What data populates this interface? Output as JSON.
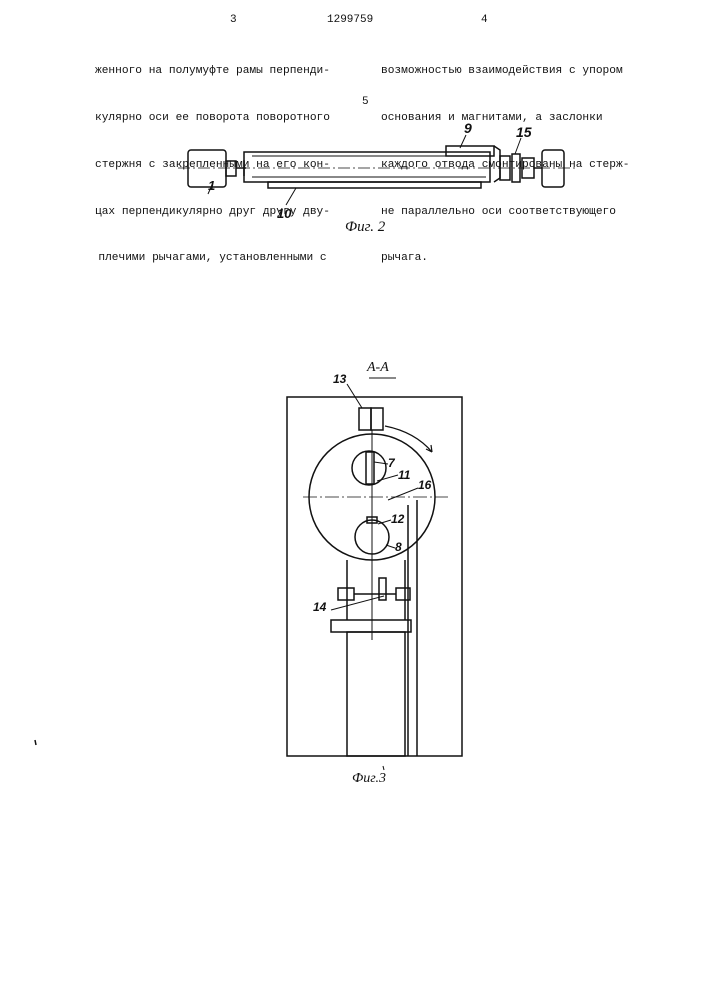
{
  "header": {
    "page_left": "3",
    "patent_number": "1299759",
    "page_right": "4"
  },
  "left_column": [
    "женного на полумуфте рамы перпенди-",
    "кулярно оси ее поворота поворотного",
    "стержня с закрепленными на его кон-",
    "цах перпендикулярно друг другу дву-",
    "плечими рычагами, установленными с"
  ],
  "right_column": [
    "возможностью взаимодействия с упором",
    "основания и магнитами, а заслонки",
    "каждого отвода смонтированы на стерж-",
    "не параллельно оси соответствующего",
    "рычага."
  ],
  "line_number": "5",
  "figure2": {
    "caption": "Фиг. 2",
    "labels": {
      "l1": "1",
      "l9": "9",
      "l10": "10",
      "l15": "15"
    }
  },
  "figure3": {
    "caption": "Фиг.3",
    "section": "А-А",
    "labels": {
      "l7": "7",
      "l8": "8",
      "l11": "11",
      "l12": "12",
      "l13": "13",
      "l14": "14",
      "l16": "16"
    }
  }
}
